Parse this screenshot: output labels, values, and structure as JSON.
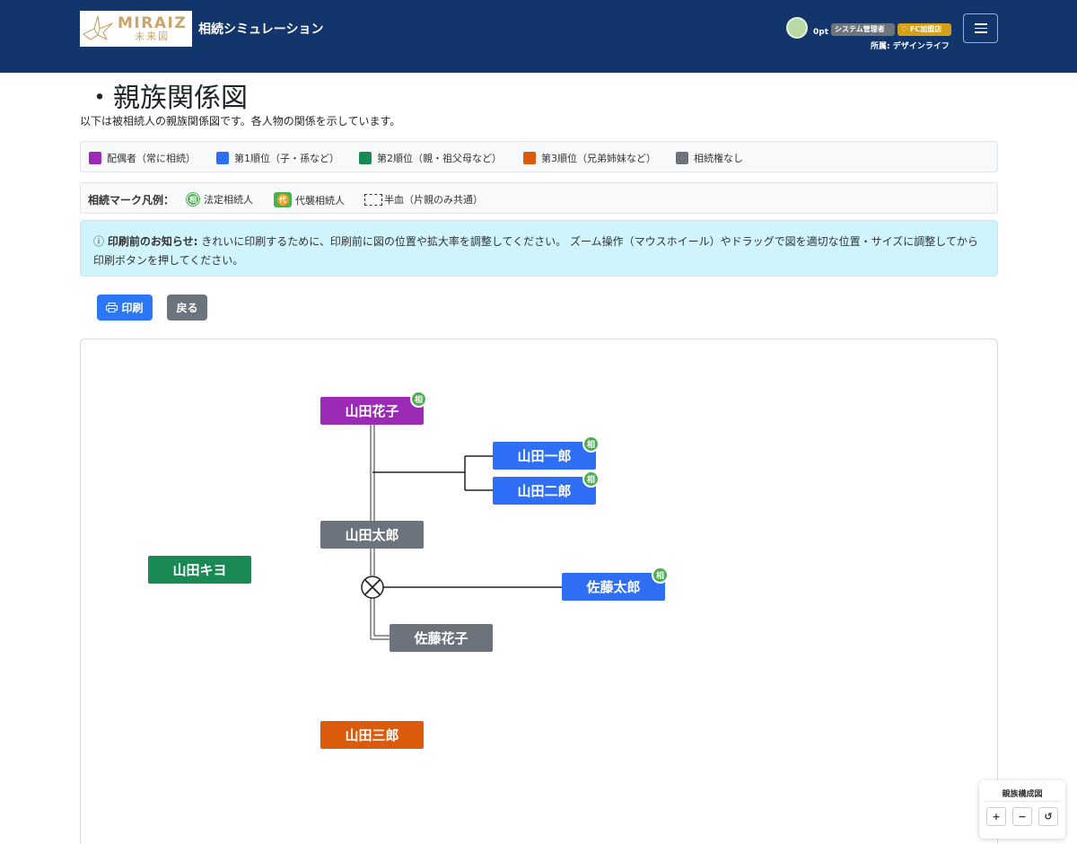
{
  "header": {
    "logo_text": "MIRAIZ",
    "logo_sub": "未来図",
    "app_title": "相続シミュレーション",
    "points": "0pt",
    "role_badge": "システム管理者",
    "fc_badge": "FC加盟店",
    "affiliation": "所属: デザインライフ"
  },
  "page": {
    "title": "・親族関係図",
    "description": "以下は被相続人の親族関係図です。各人物の関係を示しています。"
  },
  "legend": {
    "items": [
      {
        "label": "配偶者（常に相続）",
        "color": "#9b2bb5"
      },
      {
        "label": "第1順位（子・孫など）",
        "color": "#2f6ff6"
      },
      {
        "label": "第2順位（親・祖父母など）",
        "color": "#1a8a55"
      },
      {
        "label": "第3順位（兄弟姉妹など）",
        "color": "#db5a0c"
      },
      {
        "label": "相続権なし",
        "color": "#6c737c"
      }
    ]
  },
  "marks": {
    "title": "相続マーク凡例：",
    "legal_symbol": "相",
    "legal_label": "法定相続人",
    "proxy_symbol": "代",
    "proxy_label": "代襲相続人",
    "half_label": "半血（片親のみ共通）"
  },
  "notice": {
    "title": "印刷前のお知らせ:",
    "text": "きれいに印刷するために、印刷前に図の位置や拡大率を調整してください。 ズーム操作（マウスホイール）やドラッグで図を適切な位置・サイズに調整してから印刷ボタンを押してください。"
  },
  "buttons": {
    "print": "印刷",
    "back": "戻る"
  },
  "diagram": {
    "heir_mark": "相",
    "nodes": {
      "hanako": "山田花子",
      "ichiro": "山田一郎",
      "jiro": "山田二郎",
      "taro": "山田太郎",
      "sato_taro": "佐藤太郎",
      "sato_hanako": "佐藤花子",
      "kiyo": "山田キヨ",
      "saburo": "山田三郎"
    }
  },
  "zoom_panel": {
    "title": "親族構成図",
    "zoom_in": "+",
    "zoom_out": "−",
    "reset": "↺"
  }
}
